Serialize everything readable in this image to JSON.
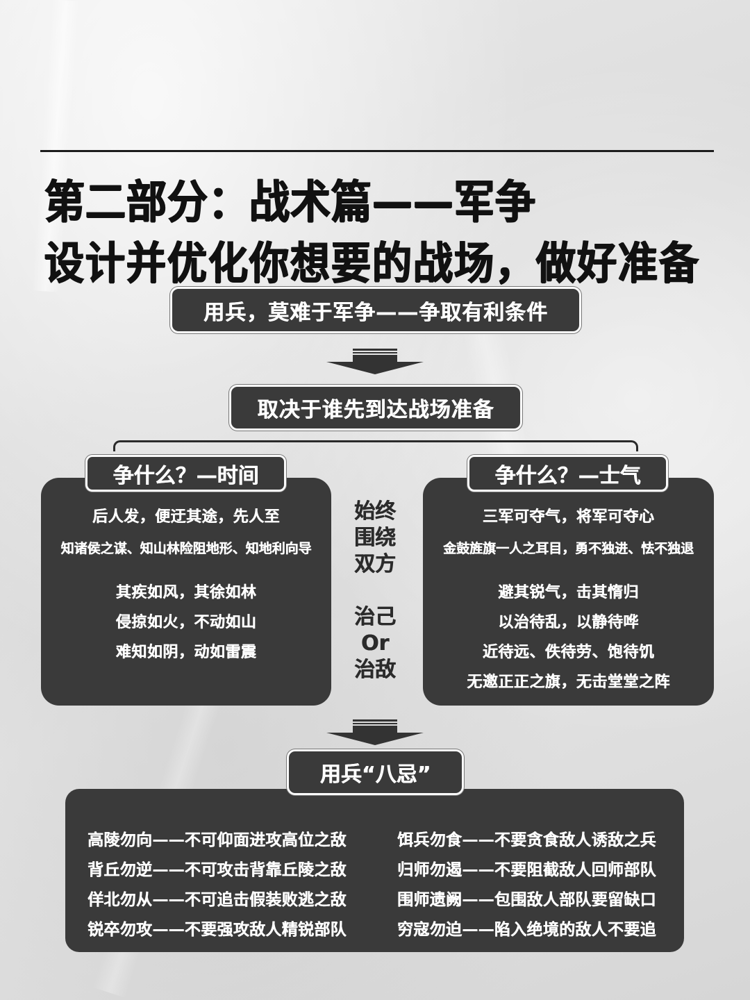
{
  "header": {
    "title_line1": "第二部分：战术篇——军争",
    "title_line2": "设计并优化你想要的战场，做好准备"
  },
  "flow": {
    "main_box": "用兵，莫难于军争——争取有利条件",
    "sub_box": "取决于谁先到达战场准备",
    "arrow_icon": "down-arrow-icon"
  },
  "left_branch": {
    "label": "争什么？—时间",
    "lines": [
      "后人发，便迂其途，先人至",
      "知诸侯之谋、知山林险阻地形、知地利向导",
      "其疾如风，其徐如林",
      "侵掠如火，不动如山",
      "难知如阴，动如雷震"
    ]
  },
  "right_branch": {
    "label": "争什么？—士气",
    "lines": [
      "三军可夺气，将军可夺心",
      "金鼓旌旗一人之耳目，勇不独进、怯不独退",
      "避其锐气，击其惰归",
      "以治待乱，以静待哗",
      "近待远、佚待劳、饱待饥",
      "无邀正正之旗，无击堂堂之阵"
    ]
  },
  "center": {
    "lines_top": [
      "始终",
      "围绕",
      "双方"
    ],
    "lines_bottom": [
      "治己",
      "Or",
      "治敌"
    ]
  },
  "eight_taboos": {
    "label": "用兵“八忌”",
    "left": [
      "高陵勿向——不可仰面进攻高位之敌",
      "背丘勿逆——不可攻击背靠丘陵之敌",
      "佯北勿从——不可追击假装败逃之敌",
      "锐卒勿攻——不要强攻敌人精锐部队"
    ],
    "right": [
      "饵兵勿食——不要贪食敌人诱敌之兵",
      "归师勿遏——不要阻截敌人回师部队",
      "围师遗阙——包围敌人部队要留缺口",
      "穷寇勿迫——陷入绝境的敌人不要追"
    ]
  },
  "colors": {
    "box_fill": "#3a3a3a",
    "box_border": "#fafafa",
    "title_text": "#111111",
    "background": "#e2e2e2"
  }
}
